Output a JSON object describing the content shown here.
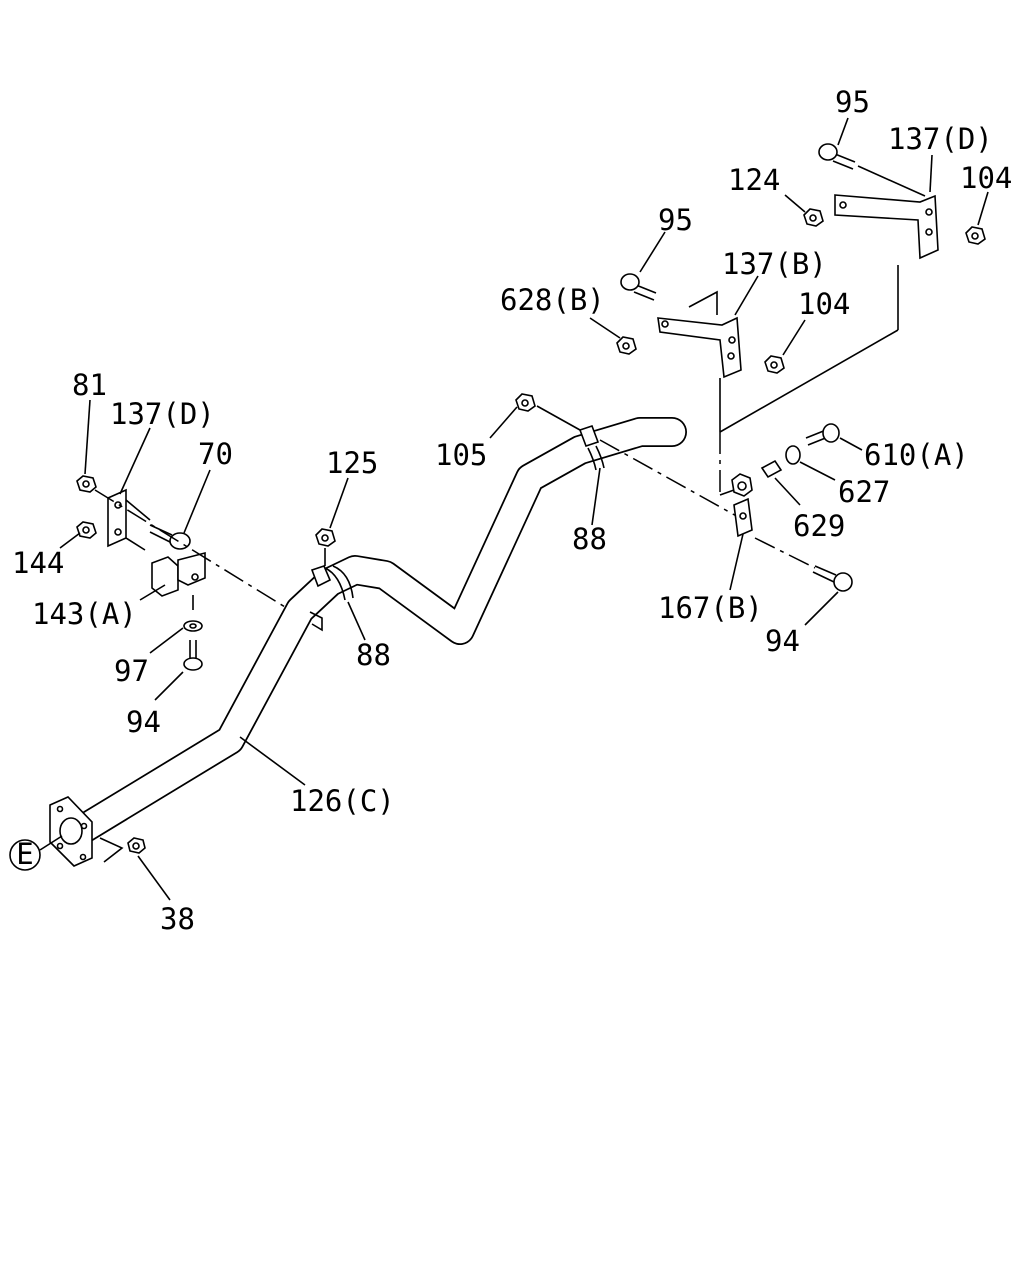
{
  "diagram": {
    "labels": {
      "p95_top": "95",
      "p137d_top": "137(D)",
      "p124": "124",
      "p104_top": "104",
      "p95_mid": "95",
      "p137b": "137(B)",
      "p628b": "628(B)",
      "p104_mid": "104",
      "p81": "81",
      "p137d_left": "137(D)",
      "p70": "70",
      "p144": "144",
      "p143a": "143(A)",
      "p97": "97",
      "p94_left": "94",
      "p125": "125",
      "p88_left": "88",
      "p105": "105",
      "p88_right": "88",
      "p610a": "610(A)",
      "p627": "627",
      "p629": "629",
      "p167b": "167(B)",
      "p94_right": "94",
      "p126c": "126(C)",
      "p38": "38",
      "ref_e": "E"
    }
  }
}
